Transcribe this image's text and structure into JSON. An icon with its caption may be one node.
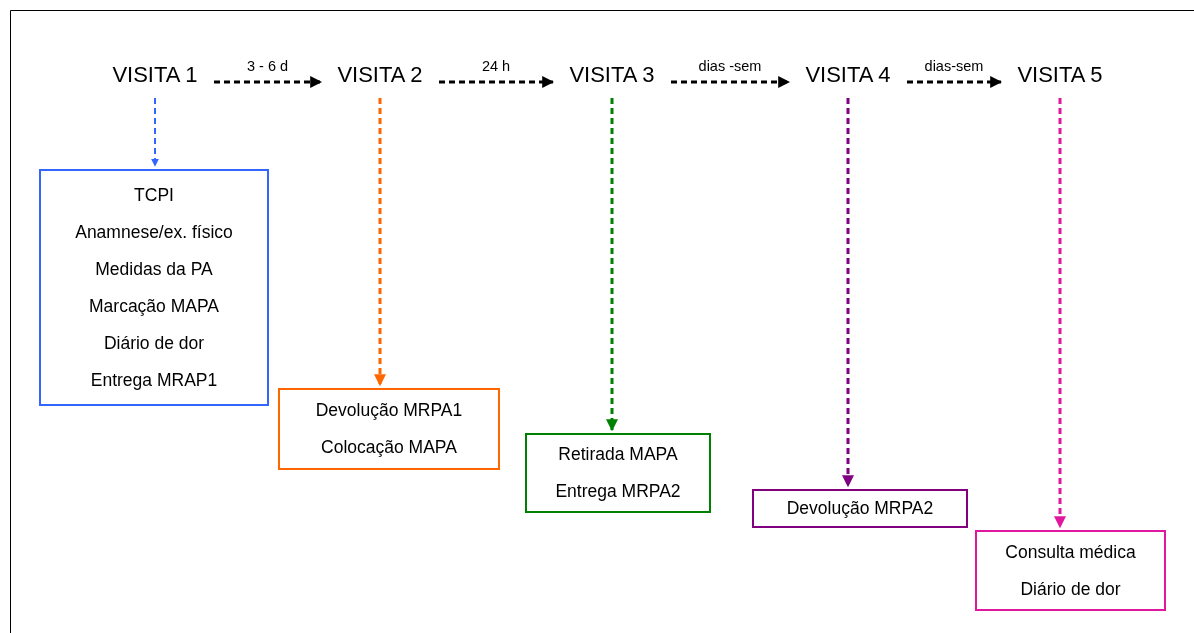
{
  "diagram": {
    "nodes": [
      {
        "text": [
          "VISITA 1"
        ]
      },
      {
        "text": [
          "VISITA 2"
        ]
      },
      {
        "text": [
          "VISITA 3"
        ]
      },
      {
        "text": [
          "VISITA 4"
        ]
      },
      {
        "text": [
          "VISITA 5"
        ]
      },
      {
        "text": [
          "TCPI",
          "Anamnese/ex. físico",
          "Medidas da PA",
          "Marcação MAPA",
          "Diário de dor",
          "Entrega MRAP1"
        ]
      },
      {
        "text": [
          "Devolução MRPA1",
          "Colocação MAPA"
        ]
      },
      {
        "text": [
          "Retirada MAPA",
          "Entrega MRPA2"
        ]
      },
      {
        "text": [
          "Devolução MRPA2"
        ]
      },
      {
        "text": [
          "Consulta médica",
          "Diário de dor"
        ]
      }
    ],
    "edges": [
      {
        "from": 0,
        "to": 1,
        "arrow": "to",
        "label": "3 - 6 d",
        "style": "dashed",
        "color": "#000000"
      },
      {
        "from": 1,
        "to": 2,
        "arrow": "to",
        "label": "24 h",
        "style": "dashed",
        "color": "#000000"
      },
      {
        "from": 2,
        "to": 3,
        "arrow": "to",
        "label": "dias -sem",
        "style": "dashed",
        "color": "#000000"
      },
      {
        "from": 3,
        "to": 4,
        "arrow": "to",
        "label": "dias-sem",
        "style": "dashed",
        "color": "#000000"
      },
      {
        "from": 0,
        "to": 5,
        "arrow": "to",
        "style": "dashed",
        "color": "#3366ff"
      },
      {
        "from": 1,
        "to": 6,
        "arrow": "to",
        "style": "dashed",
        "color": "#ff6600"
      },
      {
        "from": 2,
        "to": 7,
        "arrow": "to",
        "style": "dashed",
        "color": "#008000"
      },
      {
        "from": 3,
        "to": 8,
        "arrow": "to",
        "style": "dashed",
        "color": "#800080"
      },
      {
        "from": 4,
        "to": 9,
        "arrow": "to",
        "style": "dashed",
        "color": "#e0179f"
      }
    ]
  }
}
